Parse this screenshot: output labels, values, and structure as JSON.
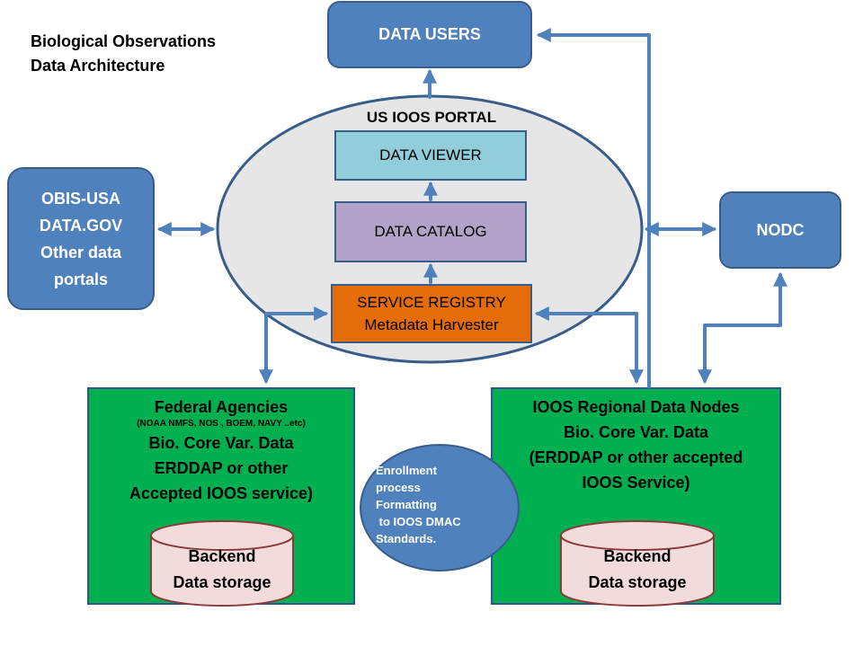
{
  "title": {
    "line1": "Biological Observations",
    "line2": "Data Architecture"
  },
  "data_users": "DATA USERS",
  "portal": {
    "title": "US IOOS PORTAL",
    "viewer": "DATA VIEWER",
    "catalog": "DATA CATALOG",
    "registry_line1": "SERVICE REGISTRY",
    "registry_line2": "Metadata Harvester"
  },
  "obis": {
    "line1": "OBIS-USA",
    "line2": "DATA.GOV",
    "line3": "Other data",
    "line4": "portals"
  },
  "nodc": "NODC",
  "federal": {
    "title": "Federal Agencies",
    "sub": "(NOAA NMFS, NOS , BOEM, NAVY ..etc)",
    "line1": "Bio. Core Var. Data",
    "line2": "ERDDAP or other",
    "line3": "Accepted IOOS service)",
    "backend1": "Backend",
    "backend2": "Data storage"
  },
  "regional": {
    "line1": "IOOS Regional Data Nodes",
    "line2": "Bio. Core Var. Data",
    "line3": "(ERDDAP or other accepted",
    "line4": "IOOS Service)",
    "backend1": "Backend",
    "backend2": "Data storage"
  },
  "enrollment": {
    "line1": "Enrollment",
    "line2": "process",
    "line3": "Formatting",
    "line4": " to IOOS DMAC",
    "line5": "Standards."
  },
  "colors": {
    "blue": "#4f81bd",
    "green": "#00b050",
    "viewer": "#92cddc",
    "catalog": "#b3a2c7",
    "registry": "#e46c0a",
    "storage": "#f2dcdb"
  }
}
